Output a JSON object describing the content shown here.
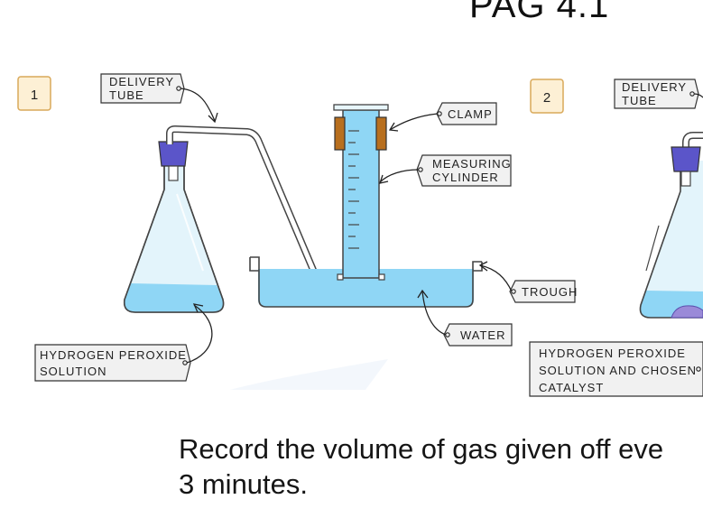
{
  "title": "PAG 4.1",
  "caption": {
    "line1": "Record the volume of gas given off eve",
    "line2": "3 minutes."
  },
  "step_badges": [
    "1",
    "2"
  ],
  "labels": {
    "delivery_tube_1": [
      "DELIVERY",
      "TUBE"
    ],
    "clamp": [
      "CLAMP"
    ],
    "measuring_cylinder": [
      "MEASURING",
      "CYLINDER"
    ],
    "trough": [
      "TROUGH"
    ],
    "water": [
      "WATER"
    ],
    "hydrogen_peroxide_1": [
      "HYDROGEN  PEROXIDE",
      "SOLUTION"
    ],
    "delivery_tube_2": [
      "DELIVERY",
      "TUBE"
    ],
    "hydrogen_peroxide_2": [
      "HYDROGEN  PEROXIDE",
      "SOLUTION  AND  CHOSEN",
      "CATALYST"
    ]
  },
  "colors": {
    "liquid": "#8fd6f5",
    "glass_tint": "#d9f1fb",
    "stopper": "#5b55c9",
    "clamp": "#b86f1e",
    "badge_fill": "#fdf0d5",
    "badge_border": "#d9a95a",
    "label_box": "#f1f1f1",
    "catalyst": "#9a8ad8"
  }
}
